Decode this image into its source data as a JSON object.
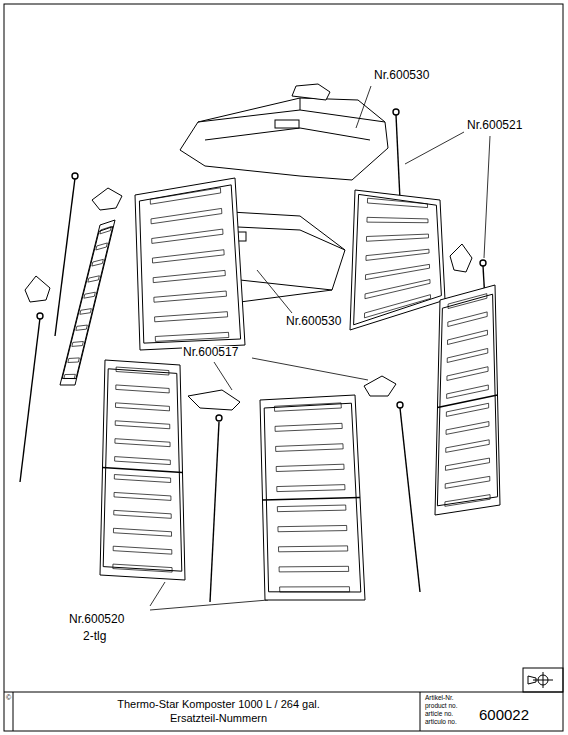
{
  "diagram": {
    "labels": [
      "Nr.600530",
      "Nr.600521",
      "Nr.600530",
      "Nr.600517",
      "Nr.600520",
      "2-tlg",
      "©",
      "Thermo-Star Komposter 1000 L / 264 gal.",
      "Ersatzteil-Nummern",
      "Artikel-Nr.",
      "product no.",
      "article no.",
      "articulo no.",
      "600022"
    ]
  }
}
